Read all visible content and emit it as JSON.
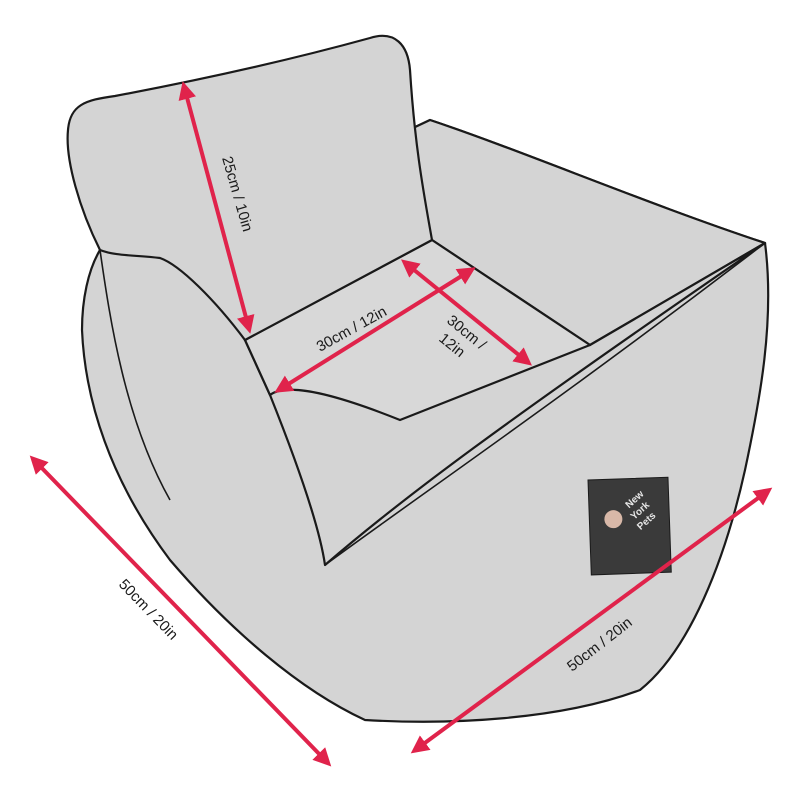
{
  "dimensions": {
    "backrest_height": "25cm / 10in",
    "inner_width": "30cm / 12in",
    "inner_depth_line1": "30cm /",
    "inner_depth_line2": "12in",
    "outer_left": "50cm / 20in",
    "outer_right": "50cm / 20in"
  },
  "label": {
    "brand_line1": "New",
    "brand_line2": "York",
    "brand_line3": "Pets"
  },
  "colors": {
    "bed_fill": "#d4d4d4",
    "outline": "#1a1a1a",
    "arrow": "#e0234b",
    "label_bg": "#3a3a3a"
  }
}
